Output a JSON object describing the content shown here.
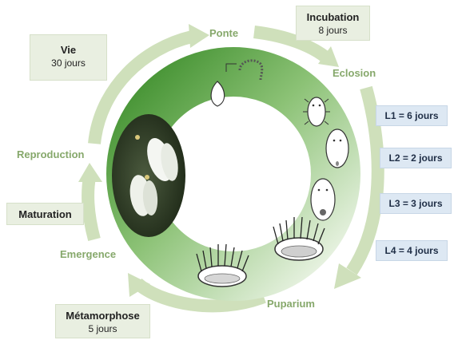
{
  "stages": {
    "ponte": "Ponte",
    "eclosion": "Eclosion",
    "reproduction": "Reproduction",
    "emergence": "Emergence",
    "puparium": "Puparium"
  },
  "boxes": {
    "vie": {
      "title": "Vie",
      "value": "30 jours"
    },
    "incubation": {
      "title": "Incubation",
      "value": "8 jours"
    },
    "maturation": {
      "title": "Maturation"
    },
    "metamorphose": {
      "title": "Métamorphose",
      "value": "5 jours"
    }
  },
  "larval": {
    "l1": "L1 = 6 jours",
    "l2": "L2 = 2 jours",
    "l3": "L3 = 3 jours",
    "l4": "L4 = 4 jours"
  },
  "colors": {
    "arrow": "#cfe0bb",
    "ring_dark": "#4f9a3a",
    "ring_light": "#eef5e8",
    "label_green": "#86a86b",
    "note_bg": "#e9efe1",
    "larva_bg": "#dde8f3"
  }
}
